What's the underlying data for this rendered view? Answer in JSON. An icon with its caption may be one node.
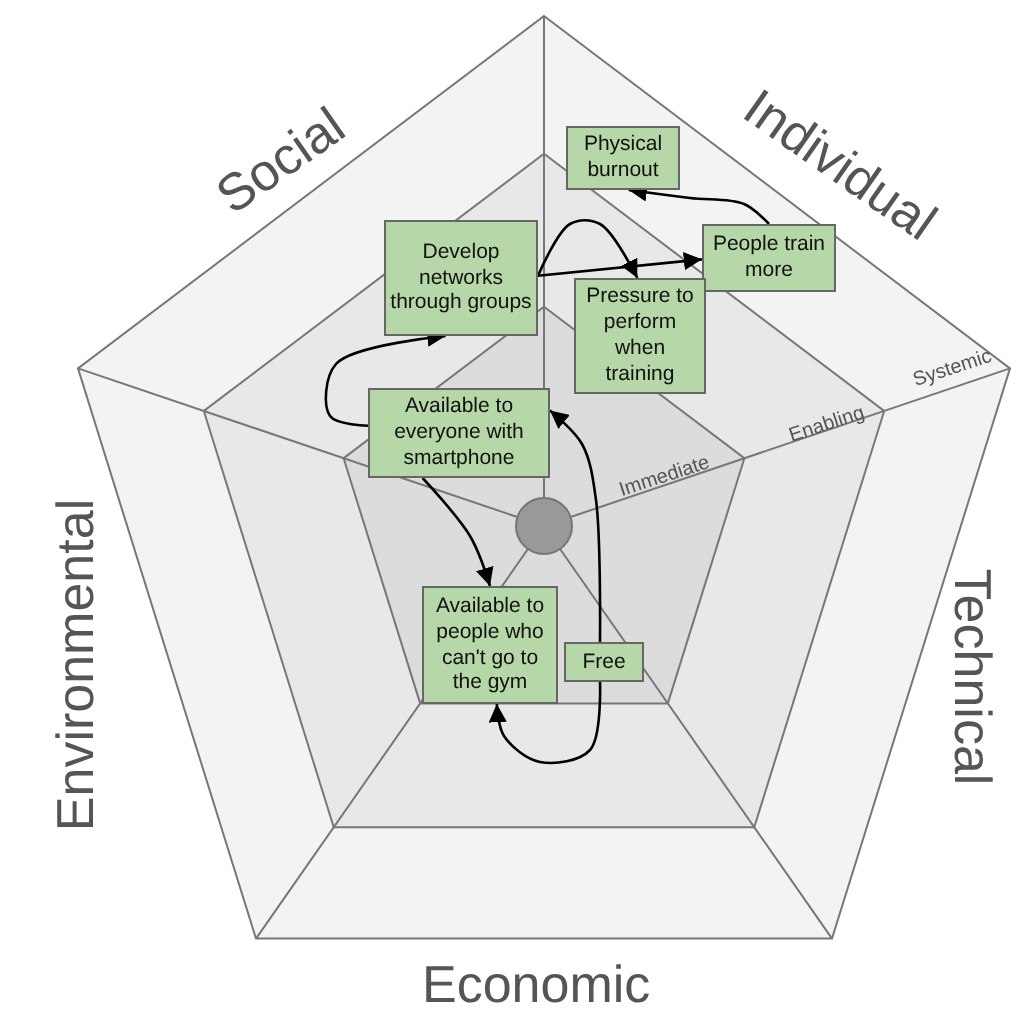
{
  "diagram": {
    "nodes": [
      {
        "text": [
          "Physical burnout"
        ]
      },
      {
        "text": [
          "Develop networks through groups"
        ]
      },
      {
        "text": [
          "People train more"
        ]
      },
      {
        "text": [
          "Pressure to perform when training"
        ]
      },
      {
        "text": [
          "Available to everyone with smartphone"
        ]
      },
      {
        "text": [
          "Available to people who can't go to the gym"
        ]
      },
      {
        "text": [
          "Free"
        ]
      }
    ],
    "edges": [
      {
        "from": 2,
        "to": 0,
        "arrow": "to"
      },
      {
        "from": 1,
        "to": 3,
        "arrow": "to"
      },
      {
        "from": 1,
        "to": 2,
        "arrow": "to"
      },
      {
        "from": 4,
        "to": 1,
        "arrow": "to"
      },
      {
        "from": 4,
        "to": 5,
        "arrow": "to"
      },
      {
        "from": 6,
        "to": 4,
        "arrow": "to"
      },
      {
        "from": 6,
        "to": 5,
        "arrow": "to"
      }
    ],
    "labels": [
      "Social",
      "Individual",
      "Systemic",
      "Enabling",
      "Immediate",
      "Environmental",
      "Technical",
      "Economic"
    ]
  }
}
